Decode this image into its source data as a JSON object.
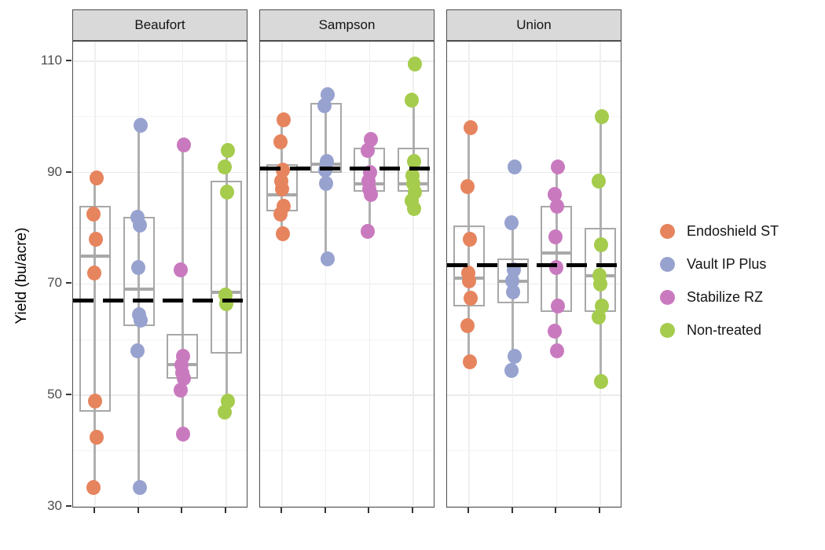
{
  "chart_data": {
    "type": "boxplot",
    "description": "Faceted boxplots with overlaid jittered points of yield by seed treatment for three counties; thick dashed black line marks each county mean.",
    "y_axis": {
      "title": "Yield (bu/acre)",
      "ticks": [
        110,
        90,
        70,
        50,
        30
      ],
      "minor_ticks": [
        100,
        80,
        60,
        40
      ],
      "ylim": [
        29.7,
        113.5
      ]
    },
    "x_axis": {
      "title": "",
      "tick_labels": [
        "",
        "",
        "",
        ""
      ]
    },
    "treatments": [
      {
        "name": "Endoshield ST",
        "color": "#E6845E"
      },
      {
        "name": "Vault IP Plus",
        "color": "#97A2CF"
      },
      {
        "name": "Stabilize RZ",
        "color": "#C97ABF"
      },
      {
        "name": "Non-treated",
        "color": "#A5CC4C"
      }
    ],
    "facets": [
      {
        "name": "Beaufort",
        "mean_line": 67,
        "groups": [
          {
            "treatment": "Endoshield ST",
            "points": [
              89,
              82.5,
              78,
              72,
              49,
              42.5,
              33.5
            ],
            "box": {
              "q1": 47,
              "median": 75,
              "q3": 84
            },
            "stem": {
              "lo": 33.5,
              "hi": 89
            }
          },
          {
            "treatment": "Vault IP Plus",
            "points": [
              98.5,
              82,
              80.5,
              73,
              64.5,
              63.5,
              58,
              33.5
            ],
            "box": {
              "q1": 62.5,
              "median": 69,
              "q3": 82
            },
            "stem": {
              "lo": 33.5,
              "hi": 98.5
            }
          },
          {
            "treatment": "Stabilize RZ",
            "points": [
              95,
              72.5,
              57,
              55.5,
              54,
              53,
              51,
              43
            ],
            "box": {
              "q1": 53,
              "median": 55.5,
              "q3": 61
            },
            "stem": {
              "lo": 43,
              "hi": 95
            }
          },
          {
            "treatment": "Non-treated",
            "points": [
              94,
              91,
              86.5,
              68,
              66.5,
              49,
              47
            ],
            "box": {
              "q1": 57.5,
              "median": 68.5,
              "q3": 88.5
            },
            "stem": {
              "lo": 47,
              "hi": 94
            }
          }
        ]
      },
      {
        "name": "Sampson",
        "mean_line": 90.7,
        "groups": [
          {
            "treatment": "Endoshield ST",
            "points": [
              99.5,
              95.5,
              90.5,
              88.5,
              87,
              84,
              82.5,
              79
            ],
            "box": {
              "q1": 83,
              "median": 86,
              "q3": 91.5
            },
            "stem": {
              "lo": 79,
              "hi": 99.5
            }
          },
          {
            "treatment": "Vault IP Plus",
            "points": [
              104,
              102,
              92,
              90.5,
              88,
              74.5
            ],
            "box": {
              "q1": 90,
              "median": 91.5,
              "q3": 102.5
            },
            "stem": {
              "lo": 74.5,
              "hi": 104
            }
          },
          {
            "treatment": "Stabilize RZ",
            "points": [
              96,
              94,
              90,
              88.5,
              87,
              86,
              79.5
            ],
            "box": {
              "q1": 86.5,
              "median": 88,
              "q3": 94.5
            },
            "stem": {
              "lo": 79.5,
              "hi": 96
            }
          },
          {
            "treatment": "Non-treated",
            "points": [
              109.5,
              103,
              92,
              89.5,
              88,
              86.5,
              85,
              83.5
            ],
            "box": {
              "q1": 86.5,
              "median": 88,
              "q3": 94.5
            },
            "stem": {
              "lo": 83.5,
              "hi": 103
            }
          }
        ]
      },
      {
        "name": "Union",
        "mean_line": 73.3,
        "groups": [
          {
            "treatment": "Endoshield ST",
            "points": [
              98,
              87.5,
              78,
              72,
              70.5,
              67.5,
              62.5,
              56
            ],
            "box": {
              "q1": 66,
              "median": 71,
              "q3": 80.5
            },
            "stem": {
              "lo": 56,
              "hi": 98
            }
          },
          {
            "treatment": "Vault IP Plus",
            "points": [
              91,
              81,
              72.5,
              70.5,
              68.5,
              57,
              54.5
            ],
            "box": {
              "q1": 66.5,
              "median": 70.5,
              "q3": 74.5
            },
            "stem": {
              "lo": 54.5,
              "hi": 81
            }
          },
          {
            "treatment": "Stabilize RZ",
            "points": [
              91,
              86,
              84,
              78.5,
              73,
              66,
              61.5,
              58
            ],
            "box": {
              "q1": 65,
              "median": 75.5,
              "q3": 84
            },
            "stem": {
              "lo": 58,
              "hi": 91
            }
          },
          {
            "treatment": "Non-treated",
            "points": [
              100,
              88.5,
              77,
              71.5,
              70,
              66,
              64,
              52.5
            ],
            "box": {
              "q1": 65,
              "median": 71.5,
              "q3": 80
            },
            "stem": {
              "lo": 52.5,
              "hi": 100
            }
          }
        ]
      }
    ],
    "legend": {
      "position": "right",
      "labels": [
        "Endoshield ST",
        "Vault IP Plus",
        "Stabilize RZ",
        "Non-treated"
      ]
    },
    "style_colors": {
      "facet_header_fill": "#D9D9D9",
      "panel_border": "#4D4D4D",
      "box_outline": "#A8A8A8",
      "mean_line": "#000000",
      "tick_label": "#4D4D4D"
    }
  }
}
